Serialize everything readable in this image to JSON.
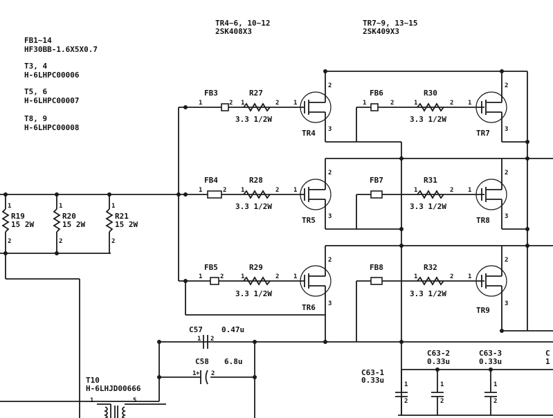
{
  "notes": {
    "fb_range": "FB1~14",
    "fb_part": "HF30BB-1.6X5X0.7",
    "t34": "T3, 4",
    "t34_part": "H-6LHPC00006",
    "t56": "T5, 6",
    "t56_part": "H-6LHPC00007",
    "t89": "T8, 9",
    "t89_part": "H-6LHPC00008",
    "tr_group1": "TR4~6, 10~12",
    "tr_group1_part": "2SK408X3",
    "tr_group2": "TR7~9, 13~15",
    "tr_group2_part": "2SK409X3"
  },
  "rows": [
    {
      "fb_left": "FB3",
      "r_left": "R27",
      "r_left_val": "3.3 1/2W",
      "tr_left": "TR4",
      "fb_right": "FB6",
      "r_right": "R30",
      "r_right_val": "3.3 1/2W",
      "tr_right": "TR7"
    },
    {
      "fb_left": "FB4",
      "r_left": "R28",
      "r_left_val": "3.3 1/2W",
      "tr_left": "TR5",
      "fb_right": "FB7",
      "r_right": "R31",
      "r_right_val": "3.3 1/2W",
      "tr_right": "TR8"
    },
    {
      "fb_left": "FB5",
      "r_left": "R29",
      "r_left_val": "3.3 1/2W",
      "tr_left": "TR6",
      "fb_right": "FB8",
      "r_right": "R32",
      "r_right_val": "3.3 1/2W",
      "tr_right": "TR9"
    }
  ],
  "resistors": [
    {
      "ref": "R19",
      "value": "15 2W"
    },
    {
      "ref": "R20",
      "value": "15 2W"
    },
    {
      "ref": "R21",
      "value": "15 2W"
    }
  ],
  "caps": {
    "c57_ref": "C57",
    "c57_val": "0.47u",
    "c58_ref": "C58",
    "c58_val": "6.8u",
    "c63_1_ref": "C63-1",
    "c63_1_val": "0.33u",
    "c63_2_ref": "C63-2",
    "c63_2_val": "0.33u",
    "c63_3_ref": "C63-3",
    "c63_3_val": "0.33u",
    "c_edge_ref": "C",
    "c_edge_val": "1"
  },
  "transformer": {
    "ref": "T10",
    "part": "H-6LHJD00666",
    "pin_a": "1",
    "pin_b": "5"
  },
  "pins": {
    "one": "1",
    "two": "2",
    "three": "3",
    "plus": "+"
  }
}
